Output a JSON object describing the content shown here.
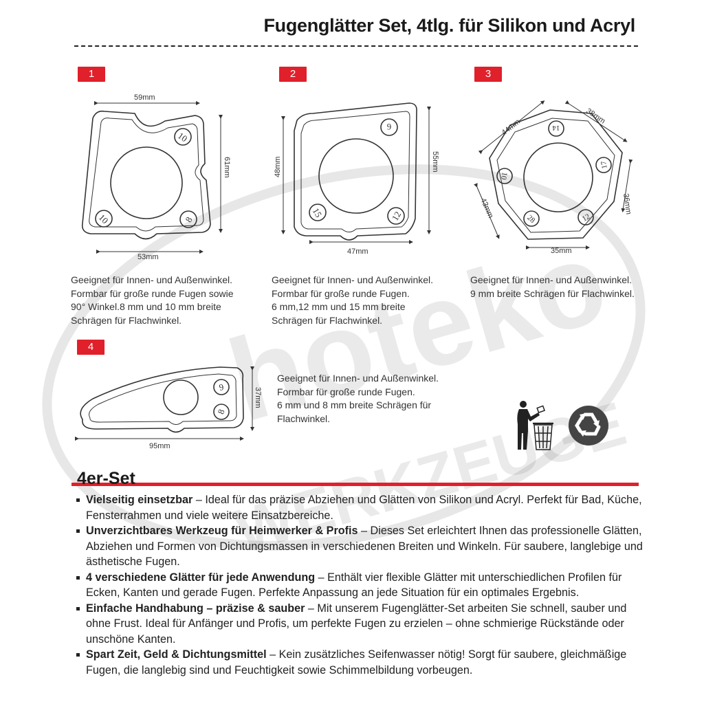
{
  "header": {
    "title": "Fugenglätter Set, 4tlg. für Silikon und Acryl"
  },
  "colors": {
    "accent": "#e0202a",
    "ink": "#222222",
    "watermark": "#eeeeee"
  },
  "tools": [
    {
      "badge": "1",
      "dims": {
        "top": "59mm",
        "right": "61mm",
        "bottom": "53mm"
      },
      "notch_labels": [
        "10",
        "10",
        "8"
      ],
      "desc": [
        "Geeignet für Innen- und Außenwinkel.",
        "Formbar für große runde Fugen sowie",
        "90° Winkel.8 mm und 10 mm breite",
        "Schrägen für Flachwinkel."
      ]
    },
    {
      "badge": "2",
      "dims": {
        "left": "48mm",
        "right": "55mm",
        "bottom": "47mm"
      },
      "notch_labels": [
        "6",
        "15",
        "12"
      ],
      "desc": [
        "Geeignet für Innen- und Außenwinkel.",
        "Formbar für große runde Fugen.",
        "6 mm,12 mm und 15 mm breite",
        "Schrägen für Flachwinkel."
      ]
    },
    {
      "badge": "3",
      "dims": {
        "top_left": "44mm",
        "top_right": "38mm",
        "right": "36mm",
        "left": "43mm",
        "bottom": "35mm"
      },
      "notch_labels": [
        "14",
        "17",
        "12",
        "28",
        "10"
      ],
      "desc": [
        "Geeignet für Innen- und Außenwinkel.",
        "9 mm breite Schrägen für Flachwinkel."
      ]
    },
    {
      "badge": "4",
      "dims": {
        "right": "37mm",
        "bottom": "95mm"
      },
      "notch_labels": [
        "6",
        "8"
      ],
      "desc": [
        "Geeignet für Innen- und Außenwinkel.",
        "Formbar für große runde Fugen.",
        "6 mm und 8 mm breite Schrägen für",
        "Flachwinkel."
      ]
    }
  ],
  "icons": [
    "trash-disposal-icon",
    "recycle-icon"
  ],
  "set": {
    "title": "4er-Set",
    "features": [
      {
        "bold": "Vielseitig einsetzbar",
        "text": " – Ideal für das präzise Abziehen und Glätten von Silikon und Acryl. Perfekt für Bad, Küche, Fensterrahmen und viele weitere Einsatzbereiche."
      },
      {
        "bold": "Unverzichtbares Werkzeug für Heimwerker & Profis",
        "text": " – Dieses Set erleichtert Ihnen das professionelle Glätten, Abziehen und Formen von Dichtungsmassen in verschiedenen Breiten und Winkeln. Für saubere, langlebige und ästhetische Fugen."
      },
      {
        "bold": "4 verschiedene Glätter für jede Anwendung",
        "text": " – Enthält vier flexible Glätter mit unterschiedlichen Profilen für Ecken, Kanten und gerade Fugen. Perfekte Anpassung an jede Situation für ein optimales Ergebnis."
      },
      {
        "bold": "Einfache Handhabung – präzise & sauber",
        "text": " – Mit unserem Fugenglätter-Set arbeiten Sie schnell, sauber und ohne Frust. Ideal für Anfänger und Profis, um perfekte Fugen zu erzielen – ohne schmierige Rückstände oder unschöne Kanten."
      },
      {
        "bold": "Spart Zeit, Geld & Dichtungsmittel",
        "text": " – Kein zusätzliches Seifenwasser nötig! Sorgt für saubere, gleichmäßige Fugen, die langlebig sind und Feuchtigkeit sowie Schimmelbildung vorbeugen."
      }
    ]
  }
}
